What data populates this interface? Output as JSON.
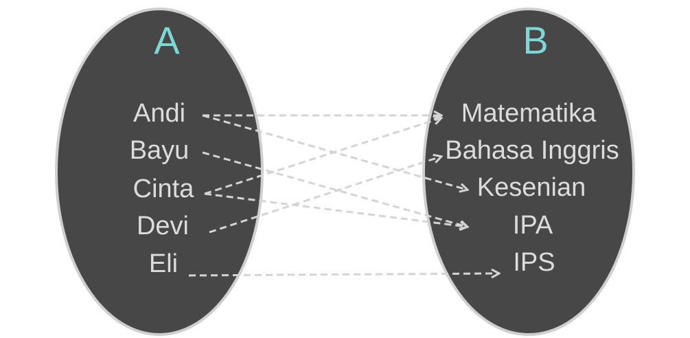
{
  "sets": {
    "A": {
      "label": "A",
      "items": [
        "Andi",
        "Bayu",
        "Cinta",
        "Devi",
        "Eli"
      ]
    },
    "B": {
      "label": "B",
      "items": [
        "Matematika",
        "Bahasa Inggris",
        "Kesenian",
        "IPA",
        "IPS"
      ]
    }
  },
  "colors": {
    "ellipse_fill": "#474747",
    "ellipse_stroke": "#cfcfcf",
    "label_color": "#7fd6d6",
    "text_color": "#dcdcdc",
    "arrow_color": "#d4d4d4"
  },
  "mapping": [
    {
      "from": "Andi",
      "to": "Matematika"
    },
    {
      "from": "Andi",
      "to": "Kesenian"
    },
    {
      "from": "Bayu",
      "to": "IPA"
    },
    {
      "from": "Cinta",
      "to": "Matematika"
    },
    {
      "from": "Cinta",
      "to": "IPA"
    },
    {
      "from": "Devi",
      "to": "Bahasa Inggris"
    },
    {
      "from": "Eli",
      "to": "IPS"
    }
  ]
}
